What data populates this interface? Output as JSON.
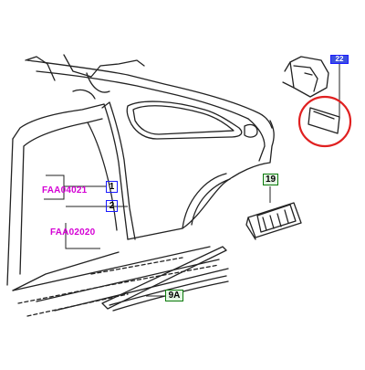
{
  "diagram": {
    "part_codes": [
      {
        "id": "code_1",
        "text": "FAA04021"
      },
      {
        "id": "code_2",
        "text": "FAA02020"
      }
    ],
    "callouts": [
      {
        "id": "c1",
        "text": "1",
        "style": "blue"
      },
      {
        "id": "c2",
        "text": "2",
        "style": "blue"
      },
      {
        "id": "c19",
        "text": "19",
        "style": "green"
      },
      {
        "id": "c9a",
        "text": "9A",
        "style": "green"
      },
      {
        "id": "c22",
        "text": "22",
        "style": "tag"
      }
    ],
    "highlight": {
      "shape": "circle",
      "color": "#e02020"
    },
    "colors": {
      "line": "#222222",
      "part_code": "#d400d4",
      "callout_border_blue": "#1a1aff",
      "callout_border_green": "#0a7a0a",
      "highlight": "#e02020"
    }
  }
}
